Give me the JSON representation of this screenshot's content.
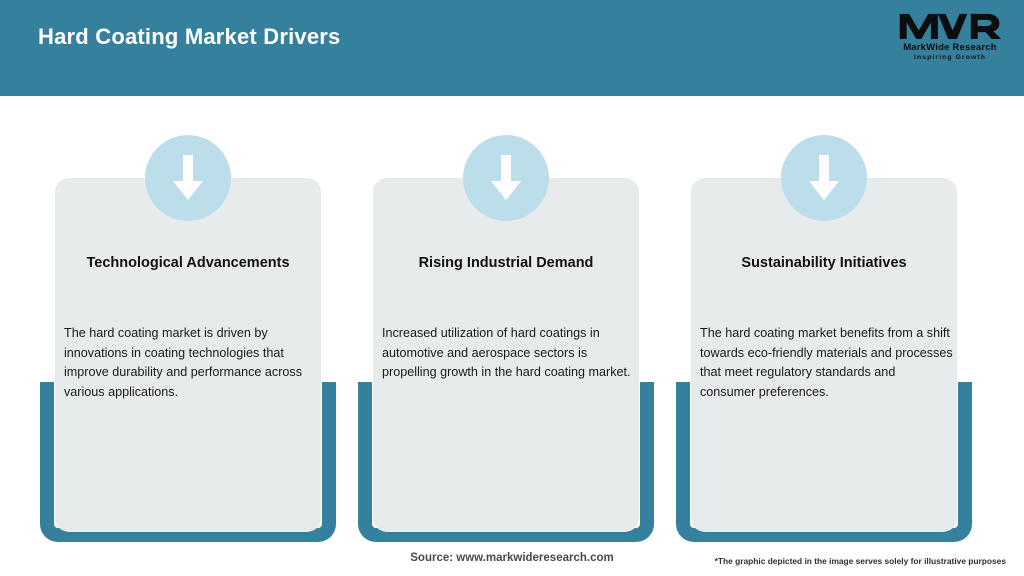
{
  "header": {
    "title": "Hard Coating Market Drivers",
    "bg_color": "#35809d",
    "title_color": "#ffffff"
  },
  "logo": {
    "mark": "MWR",
    "name": "MarkWide Research",
    "tagline": "Inspiring Growth"
  },
  "theme": {
    "accent_teal": "#35809d",
    "card_bg": "#e8ebec",
    "badge_blue": "#bcdeeb",
    "arrow_white": "#ffffff",
    "page_bg": "#ffffff"
  },
  "cards": [
    {
      "icon": "down-arrow-icon",
      "title": "Technological Advancements",
      "body": "The hard coating market is driven by innovations in coating technologies that improve durability and performance across various applications."
    },
    {
      "icon": "down-arrow-icon",
      "title": "Rising Industrial Demand",
      "body": "Increased utilization of hard coatings in automotive and aerospace sectors is propelling growth in the hard coating market."
    },
    {
      "icon": "down-arrow-icon",
      "title": "Sustainability Initiatives",
      "body": "The hard coating market benefits from a shift towards eco-friendly materials and processes that meet regulatory standards and consumer preferences."
    }
  ],
  "footer": {
    "source": "Source: www.markwideresearch.com",
    "disclaimer": "*The graphic depicted in the image serves solely for illustrative purposes"
  }
}
